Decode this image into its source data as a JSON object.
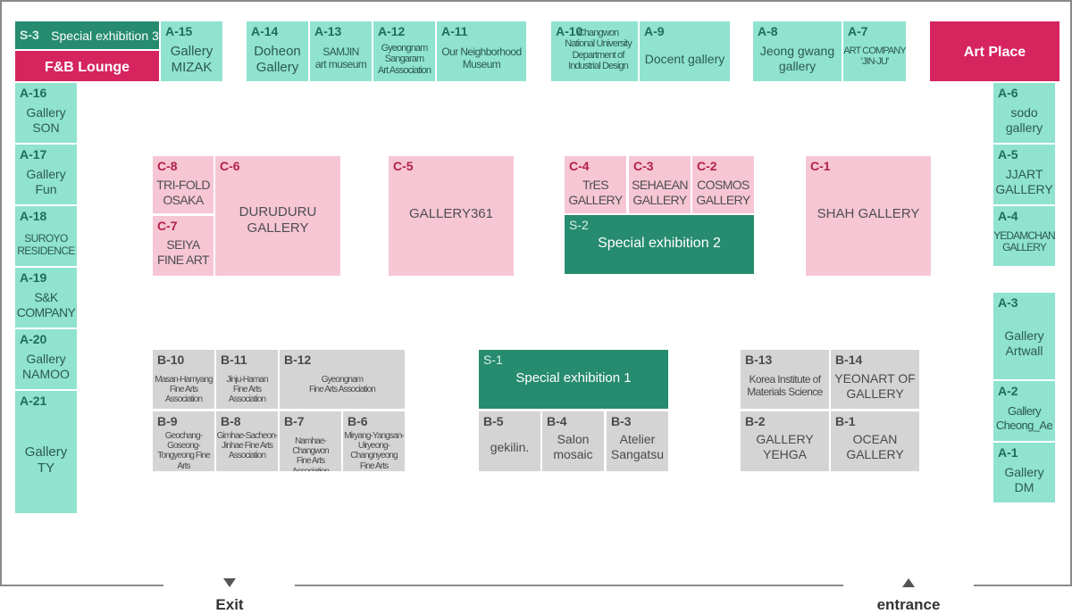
{
  "exit": {
    "label": "Exit"
  },
  "entrance": {
    "label": "entrance"
  },
  "colors": {
    "mint": "#8fe3cf",
    "pink": "#f6c6d4",
    "gray": "#d4d4d4",
    "green": "#268b6f",
    "magenta": "#d6245f"
  },
  "booths": [
    {
      "code": "S-3",
      "name": "Special exhibition 3"
    },
    {
      "code": "",
      "name": "F&B Lounge"
    },
    {
      "code": "A-15",
      "name": "Gallery\nMIZAK"
    },
    {
      "code": "A-14",
      "name": "Doheon\nGallery"
    },
    {
      "code": "A-13",
      "name": "SAMJIN\nart museum"
    },
    {
      "code": "A-12",
      "name": "Gyeongnam\nSangaram\nArt Association"
    },
    {
      "code": "A-11",
      "name": "Our Neighborhood\nMuseum"
    },
    {
      "code": "A-10",
      "name": "Changwon\nNational University\nDepartment of\nIndustrial Design"
    },
    {
      "code": "A-9",
      "name": "Docent gallery"
    },
    {
      "code": "A-8",
      "name": "Jeong gwang\ngallery"
    },
    {
      "code": "A-7",
      "name": "ART COMPANY\n'JIN-JU'"
    },
    {
      "code": "",
      "name": "Art Place"
    },
    {
      "code": "A-16",
      "name": "Gallery\nSON"
    },
    {
      "code": "A-17",
      "name": "Gallery\nFun"
    },
    {
      "code": "A-18",
      "name": "SUROYO\nRESIDENCE"
    },
    {
      "code": "A-19",
      "name": "S&K\nCOMPANY"
    },
    {
      "code": "A-20",
      "name": "Gallery\nNAMOO"
    },
    {
      "code": "A-21",
      "name": "Gallery\nTY"
    },
    {
      "code": "A-6",
      "name": "sodo\ngallery"
    },
    {
      "code": "A-5",
      "name": "JJART\nGALLERY"
    },
    {
      "code": "A-4",
      "name": "YEDAMCHAN\nGALLERY"
    },
    {
      "code": "A-3",
      "name": "Gallery\nArtwall"
    },
    {
      "code": "A-2",
      "name": "Gallery\nCheong_Ae"
    },
    {
      "code": "A-1",
      "name": "Gallery\nDM"
    },
    {
      "code": "C-8",
      "name": "TRI-FOLD\nOSAKA"
    },
    {
      "code": "C-7",
      "name": "SEIYA\nFINE ART"
    },
    {
      "code": "C-6",
      "name": "DURUDURU\nGALLERY"
    },
    {
      "code": "C-5",
      "name": "GALLERY361"
    },
    {
      "code": "C-4",
      "name": "TrES\nGALLERY"
    },
    {
      "code": "C-3",
      "name": "SEHAEAN\nGALLERY"
    },
    {
      "code": "C-2",
      "name": "COSMOS\nGALLERY"
    },
    {
      "code": "S-2",
      "name": "Special exhibition 2"
    },
    {
      "code": "C-1",
      "name": "SHAH GALLERY"
    },
    {
      "code": "B-10",
      "name": "Masan-Hamyang\nFine Arts Association"
    },
    {
      "code": "B-11",
      "name": "Jinju-Haman\nFine Arts Association"
    },
    {
      "code": "B-12",
      "name": "Gyeongnam\nFine Arts Association"
    },
    {
      "code": "B-9",
      "name": "Geochang-Goseong-\nTongyeong Fine Arts\nAssociation"
    },
    {
      "code": "B-8",
      "name": "Gimhae-Sacheon-\nJinhae Fine Arts\nAssociation"
    },
    {
      "code": "B-7",
      "name": "Namhae-Changwon\nFine Arts Association"
    },
    {
      "code": "B-6",
      "name": "Miryang-Yangsan-\nUiryeong-Changnyeong\nFine Arts Association"
    },
    {
      "code": "S-1",
      "name": "Special exhibition 1"
    },
    {
      "code": "B-5",
      "name": "gekilin."
    },
    {
      "code": "B-4",
      "name": "Salon\nmosaic"
    },
    {
      "code": "B-3",
      "name": "Atelier\nSangatsu"
    },
    {
      "code": "B-13",
      "name": "Korea Institute of\nMaterials Science"
    },
    {
      "code": "B-14",
      "name": "YEONART OF\nGALLERY"
    },
    {
      "code": "B-2",
      "name": "GALLERY\nYEHGA"
    },
    {
      "code": "B-1",
      "name": "OCEAN\nGALLERY"
    }
  ]
}
